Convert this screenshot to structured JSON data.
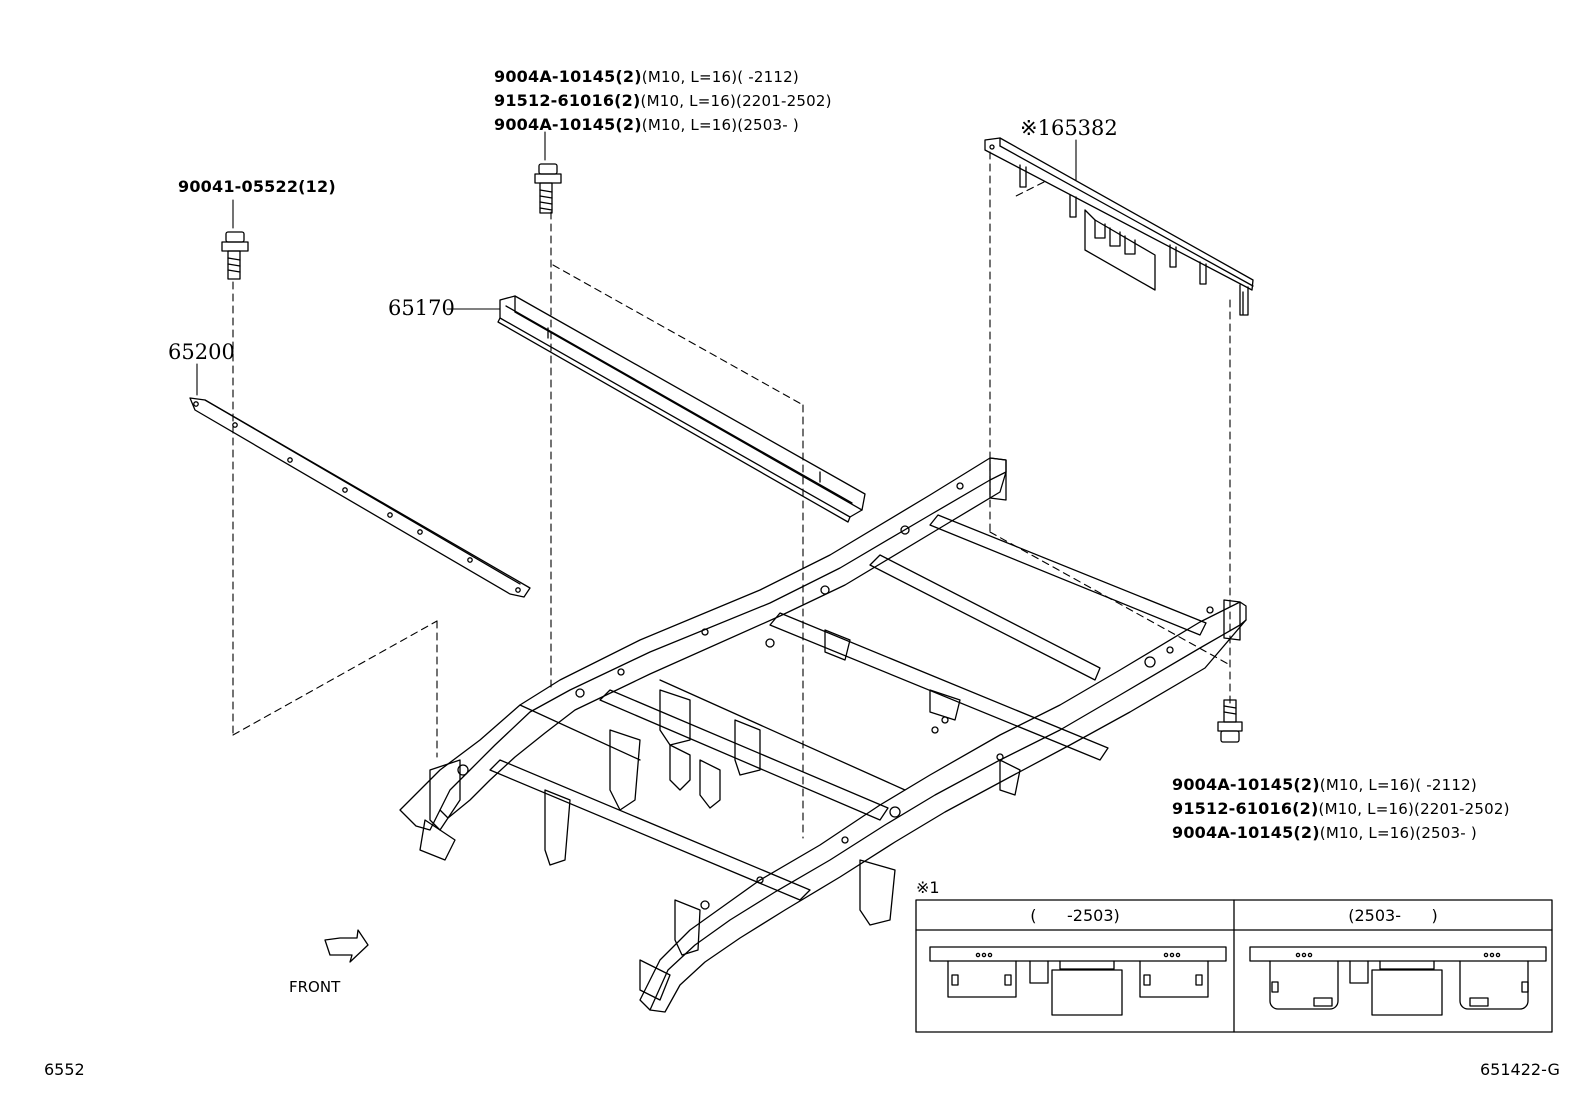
{
  "callouts": {
    "top_bolt": [
      {
        "part": "9004A-10145(2)",
        "spec": "(M10, L=16)(      -2112)"
      },
      {
        "part": "91512-61016(2)",
        "spec": "(M10, L=16)(2201-2502)"
      },
      {
        "part": "9004A-10145(2)",
        "spec": "(M10, L=16)(2503-      )"
      }
    ],
    "right_bolt": [
      {
        "part": "9004A-10145(2)",
        "spec": "(M10, L=16)(      -2112)"
      },
      {
        "part": "91512-61016(2)",
        "spec": "(M10, L=16)(2201-2502)"
      },
      {
        "part": "9004A-10145(2)",
        "spec": "(M10, L=16)(2503-      )"
      }
    ],
    "left_bolt": "90041-05522(12)",
    "part_65170": "65170",
    "part_65200": "65200",
    "part_65382": "※165382"
  },
  "inset": {
    "marker": "※1",
    "col_left": "(      -2503)",
    "col_right": "(2503-      )"
  },
  "front_label": "FRONT",
  "footer": {
    "left_code": "6552",
    "right_code": "651422-G"
  }
}
